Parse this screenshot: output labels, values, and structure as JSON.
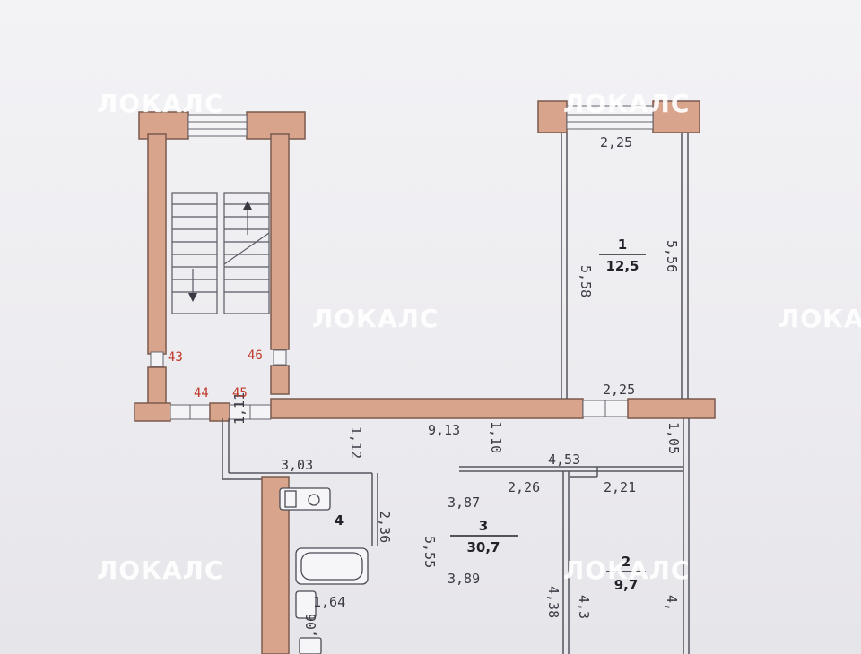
{
  "watermark": "ЛОКАЛС",
  "colors": {
    "wall": "#d9a48c",
    "wall_edge": "#7a5a4c",
    "line": "#55555f",
    "paper": "#efeef0"
  },
  "rooms": [
    {
      "id": "1",
      "area": "12,5"
    },
    {
      "id": "2",
      "area": "9,7"
    },
    {
      "id": "3",
      "area": "30,7"
    },
    {
      "id": "4",
      "area": ""
    }
  ],
  "dimensions": {
    "d225_top": "2,25",
    "d558": "5,58",
    "d556": "5,56",
    "d225_mid": "2,25",
    "d913": "9,13",
    "d110": "1,10",
    "d105": "1,05",
    "d111": "1,11",
    "d303": "3,03",
    "d112": "1,12",
    "d453": "4,53",
    "d226": "2,26",
    "d221": "2,21",
    "d387": "3,87",
    "d236": "2,36",
    "d555": "5,55",
    "d389": "3,89",
    "d438": "4,38",
    "d43x": "4,3",
    "d4x": "4,",
    "d164": "1,64",
    "d06": ",06"
  },
  "markers": {
    "m43": "43",
    "m46": "46",
    "m44": "44",
    "m45": "45"
  }
}
